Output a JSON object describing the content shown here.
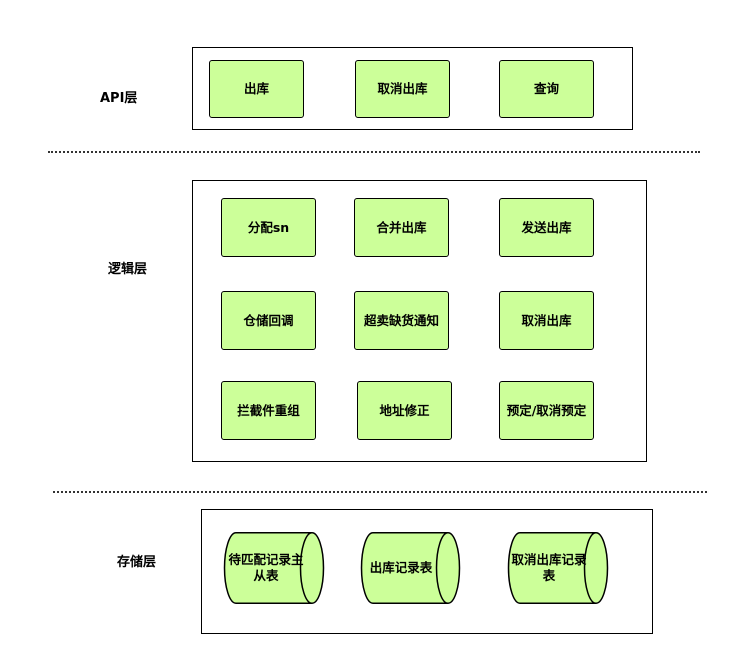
{
  "layers": {
    "api": {
      "label": "API层",
      "items": [
        "出库",
        "取消出库",
        "查询"
      ]
    },
    "logic": {
      "label": "逻辑层",
      "items": [
        "分配sn",
        "合并出库",
        "发送出库",
        "仓储回调",
        "超卖缺货通知",
        "取消出库",
        "拦截件重组",
        "地址修正",
        "预定/取消预定"
      ]
    },
    "storage": {
      "label": "存储层",
      "items": [
        "待匹配记录主从表",
        "出库记录表",
        "取消出库记录表"
      ]
    }
  },
  "colors": {
    "node_fill": "#ccff99",
    "border": "#000000"
  }
}
